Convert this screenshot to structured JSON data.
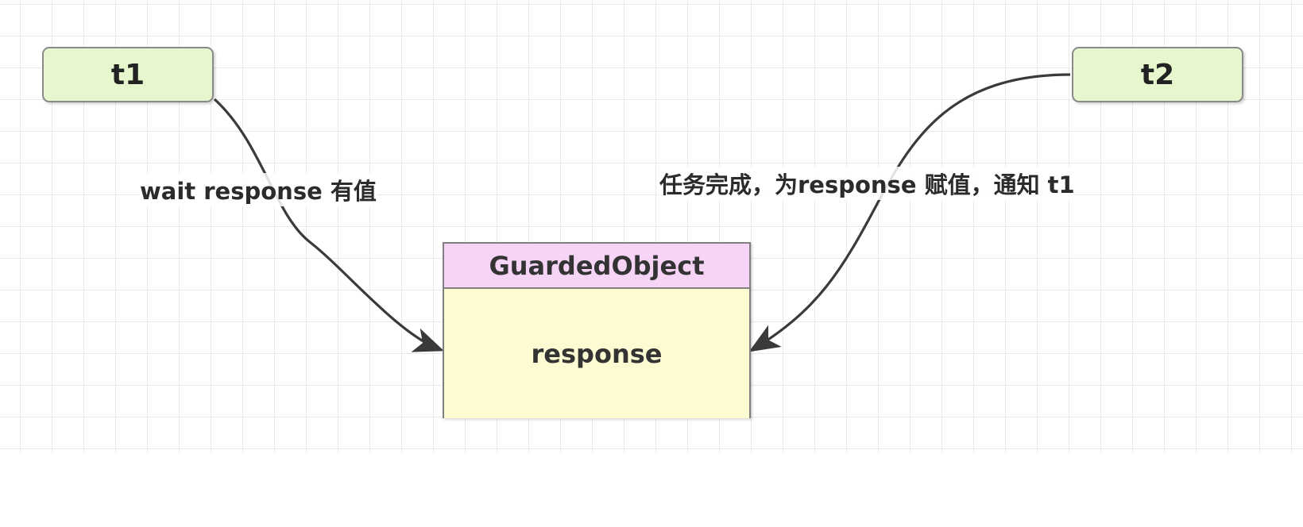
{
  "threads": {
    "left": "t1",
    "right": "t2"
  },
  "edges": {
    "left_label": "wait response 有值",
    "right_label": "任务完成，为response 赋值，通知 t1"
  },
  "object": {
    "class_name": "GuardedObject",
    "field": "response"
  },
  "colors": {
    "thread_fill": "#e6f6cd",
    "class_header_fill": "#f6d4f6",
    "class_body_fill": "#fdfbd2",
    "arrow": "#3a3a3a"
  }
}
